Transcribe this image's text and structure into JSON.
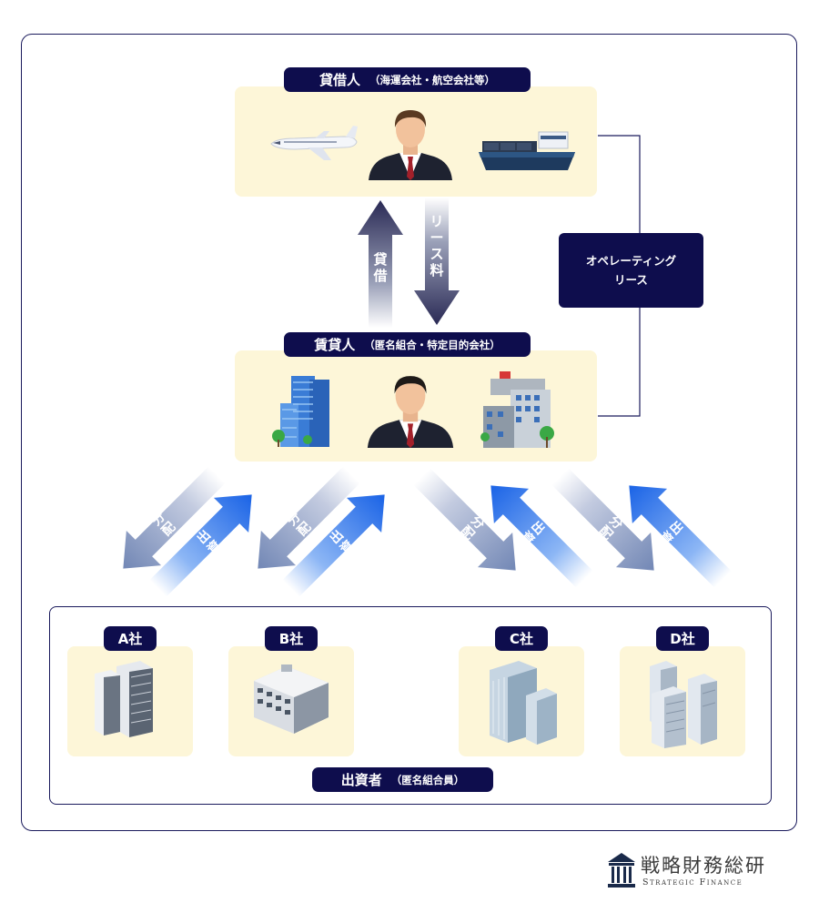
{
  "lessee": {
    "title": "貸借人",
    "sub": "（海運会社・航空会社等）"
  },
  "lessor": {
    "title": "賃貸人",
    "sub": "（匿名組合・特定目的会社）"
  },
  "operating_lease": {
    "line1": "オペレーティング",
    "line2": "リース"
  },
  "arrows": {
    "lend": "貸借",
    "lease_fee": "リース料",
    "distribution": "分配",
    "investment": "出資"
  },
  "companies": [
    "A社",
    "B社",
    "C社",
    "D社"
  ],
  "investors": {
    "title": "出資者",
    "sub": "（匿名組合員）"
  },
  "logo": {
    "name": "戦略財務総研",
    "sub": "Strategic Finance"
  },
  "colors": {
    "navy": "#0e0d4d",
    "cream": "#fdf6d8",
    "blue_arrow": "#1f6fe8",
    "gray_arrow": "#7d8fb8"
  }
}
